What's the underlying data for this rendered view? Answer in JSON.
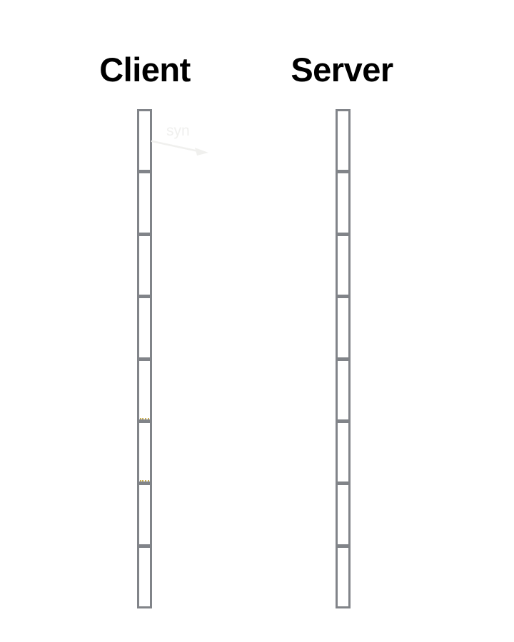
{
  "page": {
    "background_color": "#ffffff"
  },
  "diagram": {
    "type": "sequence",
    "bar_border_color": "#818489",
    "bar_fill_color": "#ffffff",
    "highlight_dot_color": "#c2a339",
    "faint_color": "#f0f0ee",
    "lifelines": [
      {
        "id": "client",
        "label": "Client",
        "segments": 8,
        "segment_highlights": [
          5,
          6
        ]
      },
      {
        "id": "server",
        "label": "Server",
        "segments": 8,
        "segment_highlights": []
      }
    ],
    "messages": [
      {
        "label": "syn",
        "from": "client",
        "to": "server",
        "appearance": "faint"
      }
    ]
  }
}
